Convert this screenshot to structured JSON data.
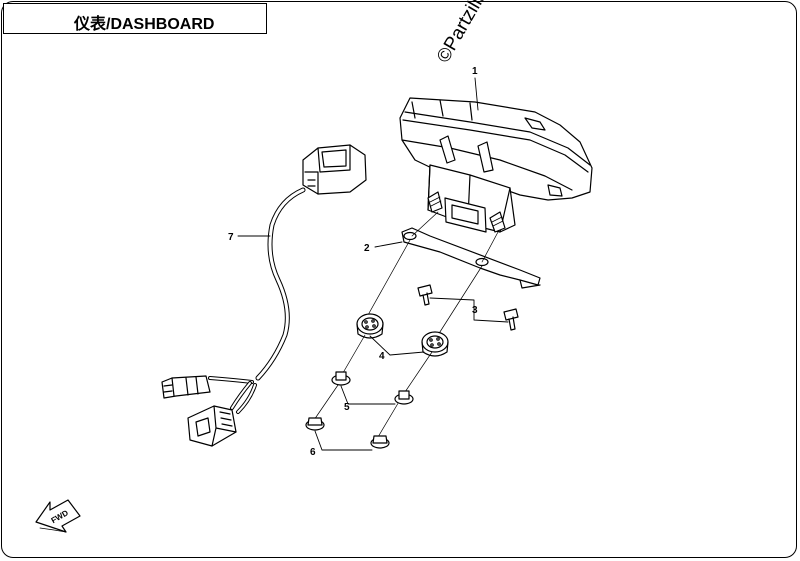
{
  "header": {
    "title": "仪表/DASHBOARD"
  },
  "watermark": {
    "text": "©Partzilla.com"
  },
  "callouts": [
    "1",
    "2",
    "3",
    "4",
    "5",
    "6",
    "7"
  ],
  "fwd_label": "FWD"
}
